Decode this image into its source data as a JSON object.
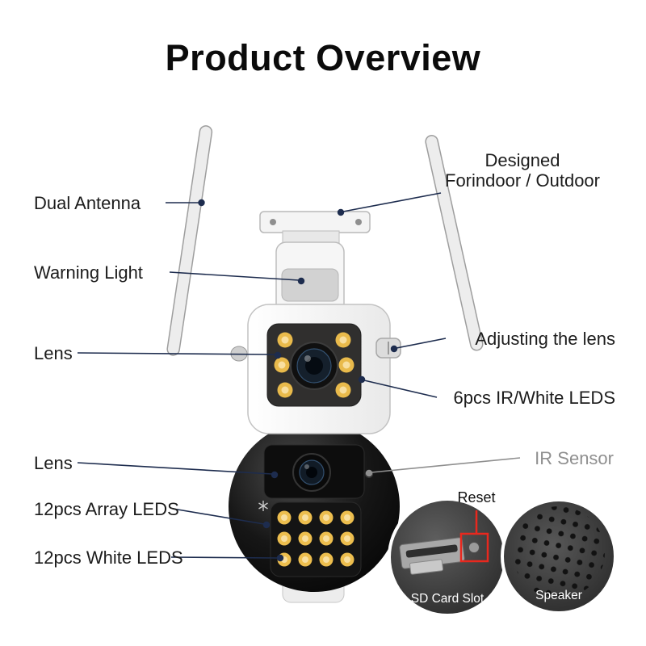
{
  "title": "Product Overview",
  "callouts": {
    "dual_antenna": "Dual Antenna",
    "designed_line1": "Designed",
    "designed_line2": "Forindoor / Outdoor",
    "warning_light": "Warning Light",
    "lens_top": "Lens",
    "adjusting_lens": "Adjusting the lens",
    "ir_white_leds": "6pcs IR/White LEDS",
    "lens_bottom": "Lens",
    "ir_sensor": "IR Sensor",
    "array_leds": "12pcs Array LEDS",
    "white_leds": "12pcs White LEDS",
    "reset": "Reset"
  },
  "insets": {
    "sd_card_caption": "SD Card Slot",
    "speaker_caption": "Speaker"
  },
  "colors": {
    "callout_line": "#1d2c4e",
    "muted_callout": "#8f8f8f",
    "accent_red": "#e8281e",
    "led_yellow": "#edbe4e",
    "text": "#1c1c1c"
  }
}
